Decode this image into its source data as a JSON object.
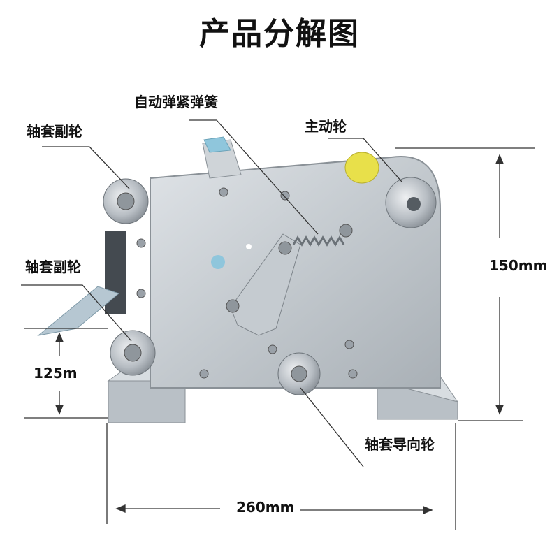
{
  "title": "产品分解图",
  "labels": {
    "spring": "自动弹紧弹簧",
    "sleeve_wheel_top": "轴套副轮",
    "drive_wheel": "主动轮",
    "sleeve_wheel_left": "轴套副轮",
    "guide_wheel": "轴套导向轮"
  },
  "dimensions": {
    "height": "150mm",
    "width": "260mm",
    "left_height": "125m"
  },
  "colors": {
    "steel": "#c9ced3",
    "steel_dark": "#9aa1a8",
    "belt_yellow": "#e8e04a",
    "guard_blue": "#8fc6dc"
  }
}
